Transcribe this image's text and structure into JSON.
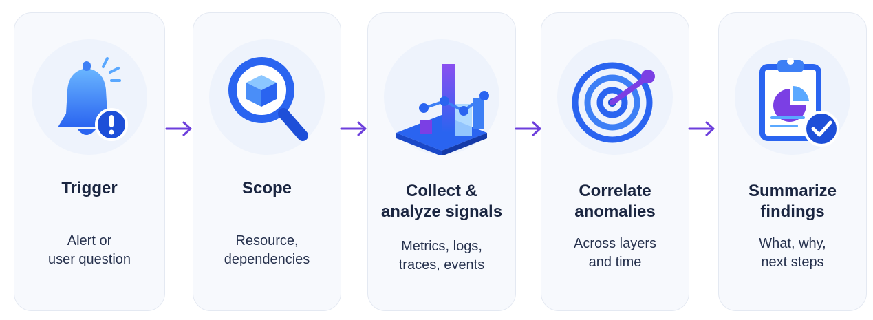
{
  "steps": [
    {
      "title_lines": [
        "Trigger"
      ],
      "desc_lines": [
        "Alert or",
        "user question"
      ],
      "icon": "bell-alert-icon"
    },
    {
      "title_lines": [
        "Scope"
      ],
      "desc_lines": [
        "Resource,",
        "dependencies"
      ],
      "icon": "magnifier-cube-icon"
    },
    {
      "title_lines": [
        "Collect &",
        "analyze signals"
      ],
      "desc_lines": [
        "Metrics, logs,",
        "traces, events"
      ],
      "icon": "chart-platform-icon"
    },
    {
      "title_lines": [
        "Correlate",
        "anomalies"
      ],
      "desc_lines": [
        "Across layers",
        "and time"
      ],
      "icon": "target-icon"
    },
    {
      "title_lines": [
        "Summarize",
        "findings"
      ],
      "desc_lines": [
        "What, why,",
        "next steps"
      ],
      "icon": "clipboard-check-icon"
    }
  ],
  "colors": {
    "primary_blue": "#2f6df6",
    "light_blue": "#5aa8ff",
    "purple": "#7b3fe4",
    "arrow": "#6d3fdc"
  }
}
